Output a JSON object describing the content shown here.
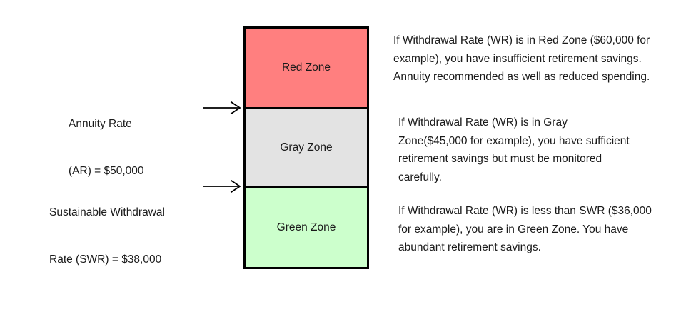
{
  "colors": {
    "red_zone_fill": "#FF7F7F",
    "gray_zone_fill": "#E3E3E3",
    "green_zone_fill": "#CCFFCC",
    "border": "#000000",
    "background": "#FFFFFF",
    "text": "#1A1A1A"
  },
  "left_annotations": [
    {
      "name": "annuity-rate",
      "line1": "Annuity Rate",
      "line2": "(AR) = $50,000",
      "points_to": "Red Zone / Gray Zone boundary"
    },
    {
      "name": "sustainable-withdrawal-rate",
      "line1": "Sustainable Withdrawal",
      "line2": "Rate (SWR) = $38,000",
      "points_to": "Gray Zone / Green Zone boundary"
    }
  ],
  "zones": [
    {
      "id": "red",
      "label": "Red Zone",
      "fill": "#FF7F7F"
    },
    {
      "id": "gray",
      "label": "Gray Zone",
      "fill": "#E3E3E3"
    },
    {
      "id": "green",
      "label": "Green Zone",
      "fill": "#CCFFCC"
    }
  ],
  "explanations": [
    {
      "id": "red",
      "text": "If Withdrawal Rate (WR) is in Red Zone ($60,000 for example), you have insufficient retirement savings. Annuity recommended as well as reduced spending."
    },
    {
      "id": "gray",
      "text": "If Withdrawal Rate (WR) is in Gray Zone($45,000 for example), you have sufficient retirement savings but must be monitored carefully."
    },
    {
      "id": "green",
      "text": "If Withdrawal Rate (WR) is less than SWR ($36,000 for example), you are in Green Zone. You have abundant retirement savings."
    }
  ]
}
